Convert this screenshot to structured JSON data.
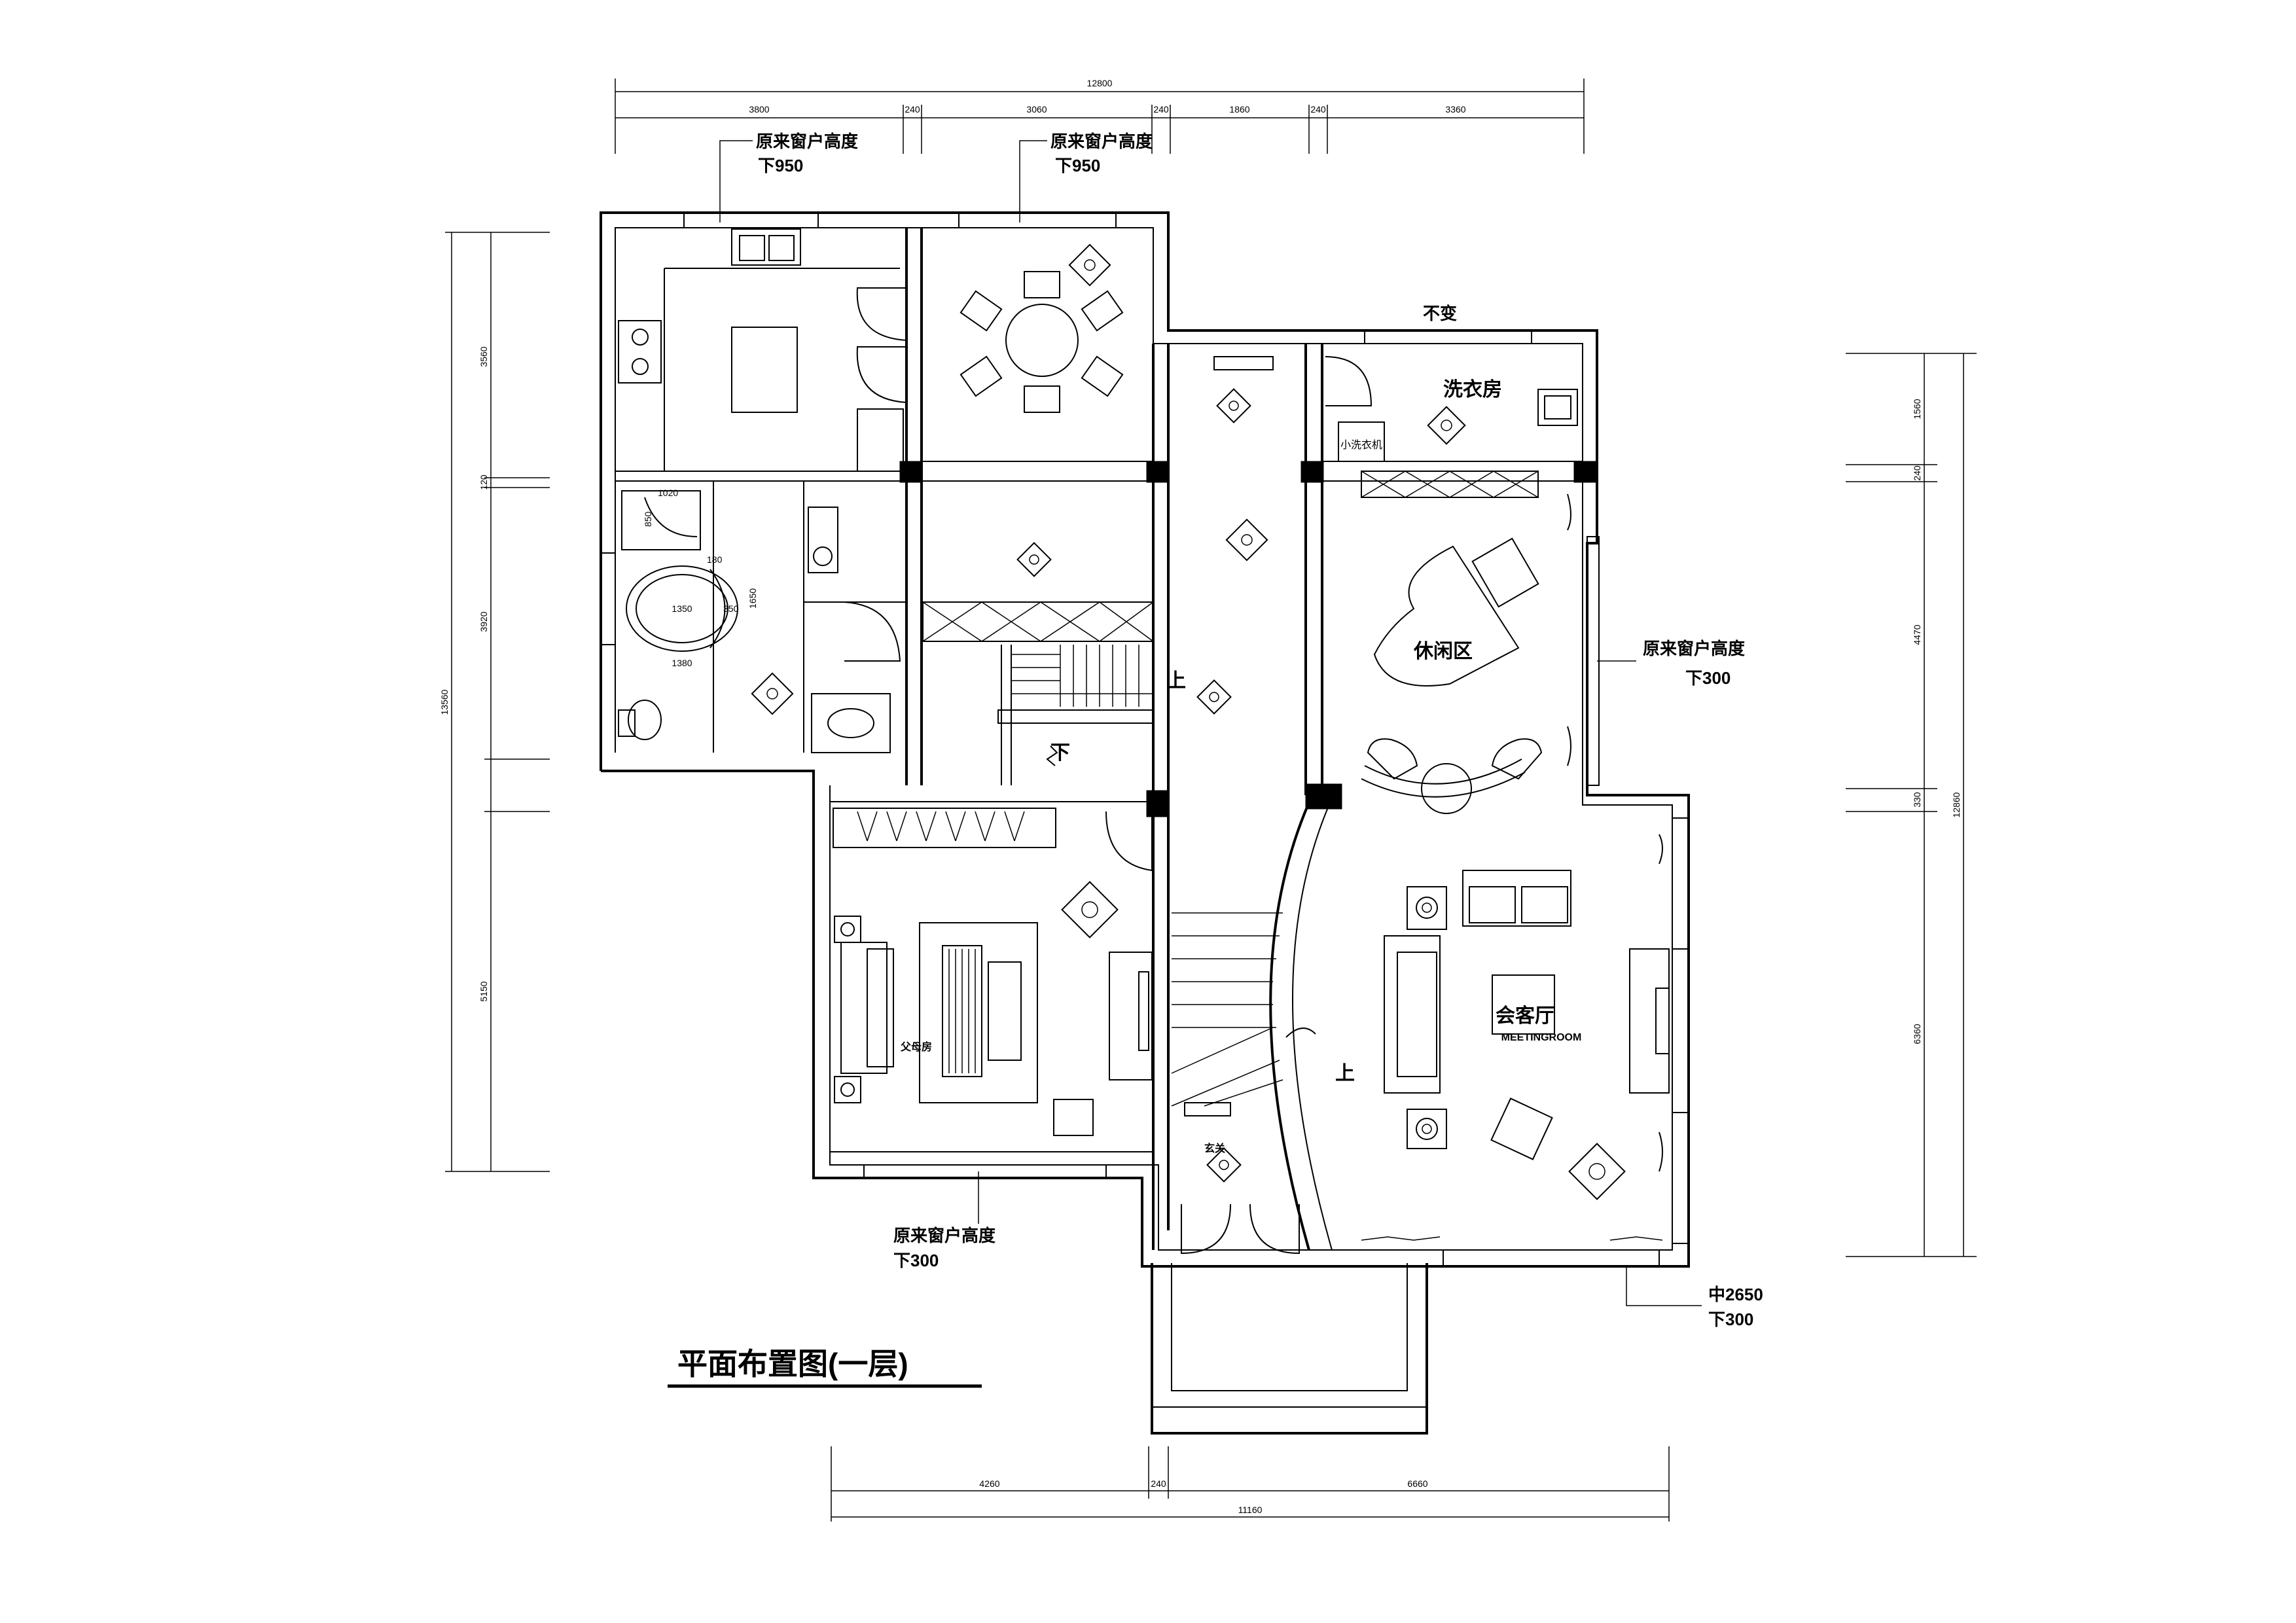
{
  "title": "平面布置图(一层)",
  "dimensions": {
    "top_total": "12800",
    "top_segments": [
      "3800",
      "240",
      "3060",
      "240",
      "1860",
      "240",
      "3360"
    ],
    "left_total": "13560",
    "left_segments": [
      "3560",
      "120",
      "3920",
      "5150"
    ],
    "right_total": "12860",
    "right_segments": [
      "1560",
      "240",
      "4470",
      "330",
      "6360"
    ],
    "bottom_total": "11160",
    "bottom_segments": [
      "4260",
      "240",
      "6660"
    ]
  },
  "notes": {
    "window_kitchen_line1": "原来窗户高度",
    "window_kitchen_line2": "下950",
    "window_dining_line1": "原来窗户高度",
    "window_dining_line2": "下950",
    "unchanged": "不变",
    "window_leisure_line1": "原来窗户高度",
    "window_leisure_line2": "下300",
    "window_bedroom_line1": "原来窗户高度",
    "window_bedroom_line2": "下300",
    "window_living_line1": "中2650",
    "window_living_line2": "下300"
  },
  "rooms": {
    "laundry": "洗衣房",
    "leisure": "休闲区",
    "meeting_cn": "会客厅",
    "meeting_en": "MEETINGROOM",
    "parents_bedroom": "父母房",
    "entrance": "玄关",
    "small_washer": "小洗衣机",
    "stairs_down": "下",
    "stairs_up": "上",
    "stairs_up_2": "上"
  },
  "fixture_labels": {
    "tub_width": "1350",
    "tub_length": "1380",
    "tub_side": "350",
    "tub_depth": "1650",
    "shower_width": "1020",
    "shower_side": "850",
    "tub_gap": "180"
  }
}
